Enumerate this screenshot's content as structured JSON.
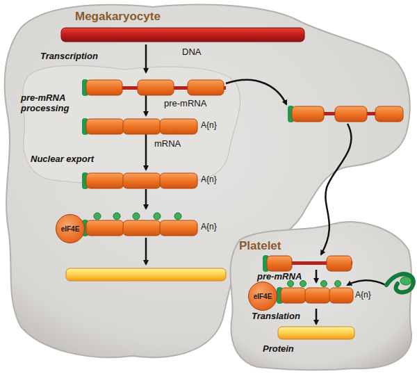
{
  "diagram": {
    "nodes": [
      {
        "text": [
          "Megakaryocyte"
        ]
      },
      {
        "text": [
          "eIF4E"
        ],
        "in": 0
      },
      {
        "text": [
          "Platelet"
        ]
      },
      {
        "text": [
          "eIF4E"
        ],
        "in": 2
      }
    ],
    "labels": [
      "Transcription",
      "DNA",
      "pre-mRNA",
      "pre-mRNA processing",
      "A{n}",
      "mRNA",
      "Nuclear export",
      "A{n}",
      "A{n}",
      "pre-mRNA",
      "A{n}",
      "Translation",
      "Protein"
    ]
  }
}
